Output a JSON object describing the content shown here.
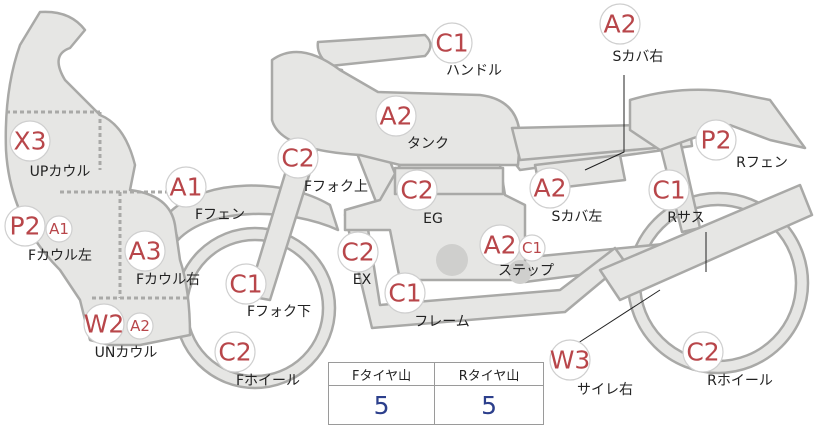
{
  "parts": [
    {
      "id": "handle",
      "grade": "C1",
      "label": "ハンドル"
    },
    {
      "id": "side-cover-r",
      "grade": "A2",
      "label": "Sカバ右"
    },
    {
      "id": "up-cowl",
      "grade": "X3",
      "label": "UPカウル"
    },
    {
      "id": "tank",
      "grade": "A2",
      "label": "タンク"
    },
    {
      "id": "rear-fender",
      "grade": "P2",
      "label": "Rフェン"
    },
    {
      "id": "fork-upper",
      "grade": "C2",
      "label": "Fフォク上"
    },
    {
      "id": "front-fender",
      "grade": "A1",
      "label": "Fフェン"
    },
    {
      "id": "engine",
      "grade": "C2",
      "label": "EG"
    },
    {
      "id": "side-cover-l",
      "grade": "A2",
      "label": "Sカバ左"
    },
    {
      "id": "rear-suspension",
      "grade": "C1",
      "label": "Rサス"
    },
    {
      "id": "cowl-left",
      "grade": "P2",
      "sub": "A1",
      "label": "Fカウル左"
    },
    {
      "id": "cowl-right",
      "grade": "A3",
      "label": "Fカウル右"
    },
    {
      "id": "exhaust",
      "grade": "C2",
      "label": "EX"
    },
    {
      "id": "step",
      "grade": "A2",
      "sub": "C1",
      "label": "ステップ"
    },
    {
      "id": "fork-lower",
      "grade": "C1",
      "label": "Fフォク下"
    },
    {
      "id": "frame",
      "grade": "C1",
      "label": "フレーム"
    },
    {
      "id": "under-cowl",
      "grade": "W2",
      "sub": "A2",
      "label": "UNカウル"
    },
    {
      "id": "front-wheel",
      "grade": "C2",
      "label": "Fホイール"
    },
    {
      "id": "silencer-r",
      "grade": "W3",
      "label": "サイレ右"
    },
    {
      "id": "rear-wheel",
      "grade": "C2",
      "label": "Rホイール"
    }
  ],
  "tread": {
    "headers": [
      "Fタイヤ山",
      "Rタイヤ山"
    ],
    "values": [
      "5",
      "5"
    ]
  },
  "colors": {
    "grade": "#b8464a",
    "tread_value": "#2c3f8c",
    "part_fill": "#e6e6e4",
    "part_stroke": "#a9a9a7"
  }
}
